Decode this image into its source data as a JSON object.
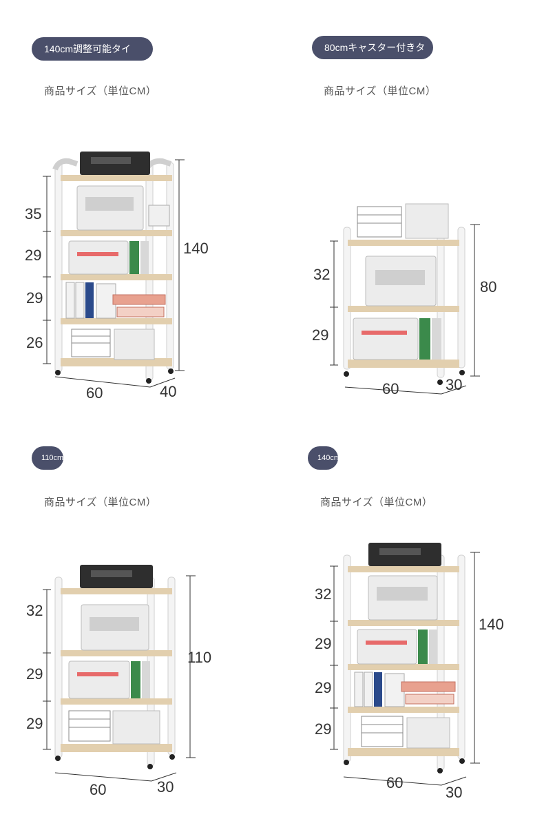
{
  "panels": [
    {
      "badge": "140cm調整可能タイ",
      "title": "商品サイズ（単位CM）",
      "height_label": "140",
      "width_label": "60",
      "depth_label": "40",
      "shelf_labels": [
        "35",
        "29",
        "29",
        "26"
      ]
    },
    {
      "badge": "80cmキャスター付きタ",
      "title": "商品サイズ（単位CM）",
      "height_label": "80",
      "width_label": "60",
      "depth_label": "30",
      "shelf_labels": [
        "32",
        "29"
      ]
    },
    {
      "badge": "110cm",
      "title": "商品サイズ（単位CM）",
      "height_label": "110",
      "width_label": "60",
      "depth_label": "30",
      "shelf_labels": [
        "32",
        "29",
        "29"
      ]
    },
    {
      "badge": "140cm",
      "title": "商品サイズ（単位CM）",
      "height_label": "140",
      "width_label": "60",
      "depth_label": "30",
      "shelf_labels": [
        "32",
        "29",
        "29",
        "29"
      ]
    }
  ],
  "colors": {
    "badge_bg": "#4a4f6a",
    "frame": "#f4f4f4",
    "frame_edge": "#cfcfcf",
    "shelf_wood": "#e2cfae",
    "printer_dark": "#2e2e2e",
    "printer_light": "#ececec"
  }
}
